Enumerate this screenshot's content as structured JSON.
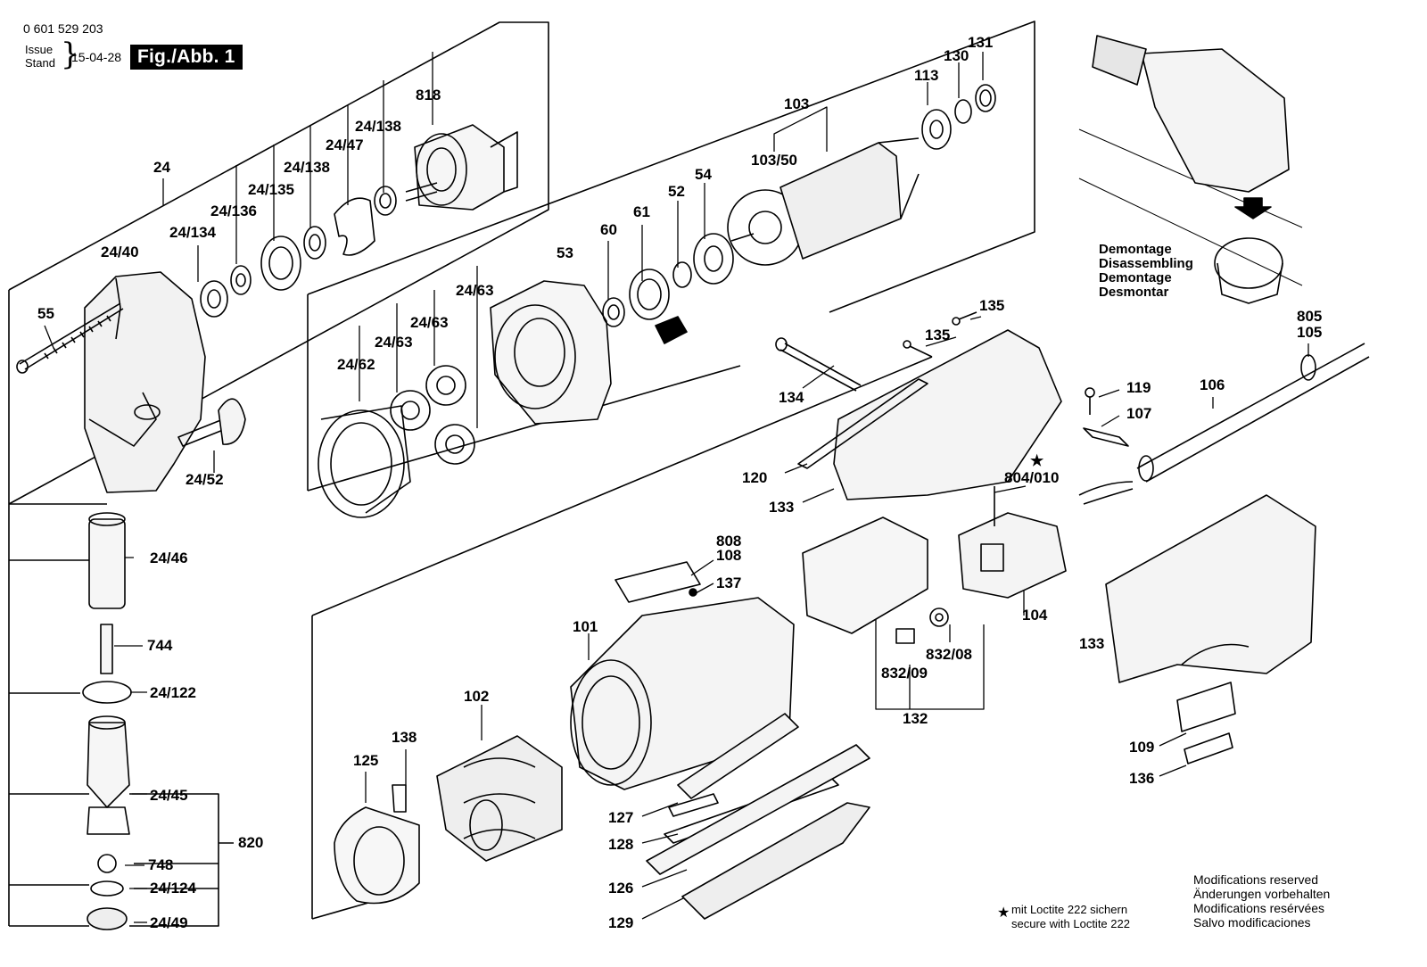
{
  "header": {
    "doc_number": "0 601 529 203",
    "issue_label": "Issue",
    "stand_label": "Stand",
    "date": "15-04-28",
    "figure": "Fig./Abb. 1"
  },
  "inset": {
    "lines": [
      "Demontage",
      "Disassembling",
      "Demontage",
      "Desmontar"
    ]
  },
  "loctite": {
    "star": "★",
    "line1": "mit Loctite 222 sichern",
    "line2": "secure with Loctite 222"
  },
  "modifications": [
    "Modifications reserved",
    "Änderungen vorbehalten",
    "Modifications resérvées",
    "Salvo modificaciones"
  ],
  "callouts": {
    "c24": "24",
    "c24_40": "24/40",
    "c24_134": "24/134",
    "c24_136": "24/136",
    "c24_135": "24/135",
    "c24_138a": "24/138",
    "c24_47": "24/47",
    "c24_138b": "24/138",
    "c818": "818",
    "c55": "55",
    "c24_52": "24/52",
    "c24_62": "24/62",
    "c24_63a": "24/63",
    "c24_63b": "24/63",
    "c24_63c": "24/63",
    "c53": "53",
    "c60": "60",
    "c61": "61",
    "c52": "52",
    "c54": "54",
    "c103": "103",
    "c103_50": "103/50",
    "c113": "113",
    "c130": "130",
    "c131": "131",
    "c135a": "135",
    "c135b": "135",
    "c134": "134",
    "c120": "120",
    "c133a": "133",
    "c804_010": "804/010",
    "c119": "119",
    "c107": "107",
    "c106": "106",
    "c805": "805",
    "c105": "105",
    "c808": "808",
    "c108": "108",
    "c137": "137",
    "c101": "101",
    "c104": "104",
    "c133b": "133",
    "c832_09": "832/09",
    "c832_08": "832/08",
    "c132": "132",
    "c24_46": "24/46",
    "c744": "744",
    "c24_122": "24/122",
    "c24_45": "24/45",
    "c820": "820",
    "c748": "748",
    "c24_124": "24/124",
    "c24_49": "24/49",
    "c102": "102",
    "c138": "138",
    "c125": "125",
    "c127": "127",
    "c128": "128",
    "c126": "126",
    "c129": "129",
    "c109": "109",
    "c136": "136"
  }
}
